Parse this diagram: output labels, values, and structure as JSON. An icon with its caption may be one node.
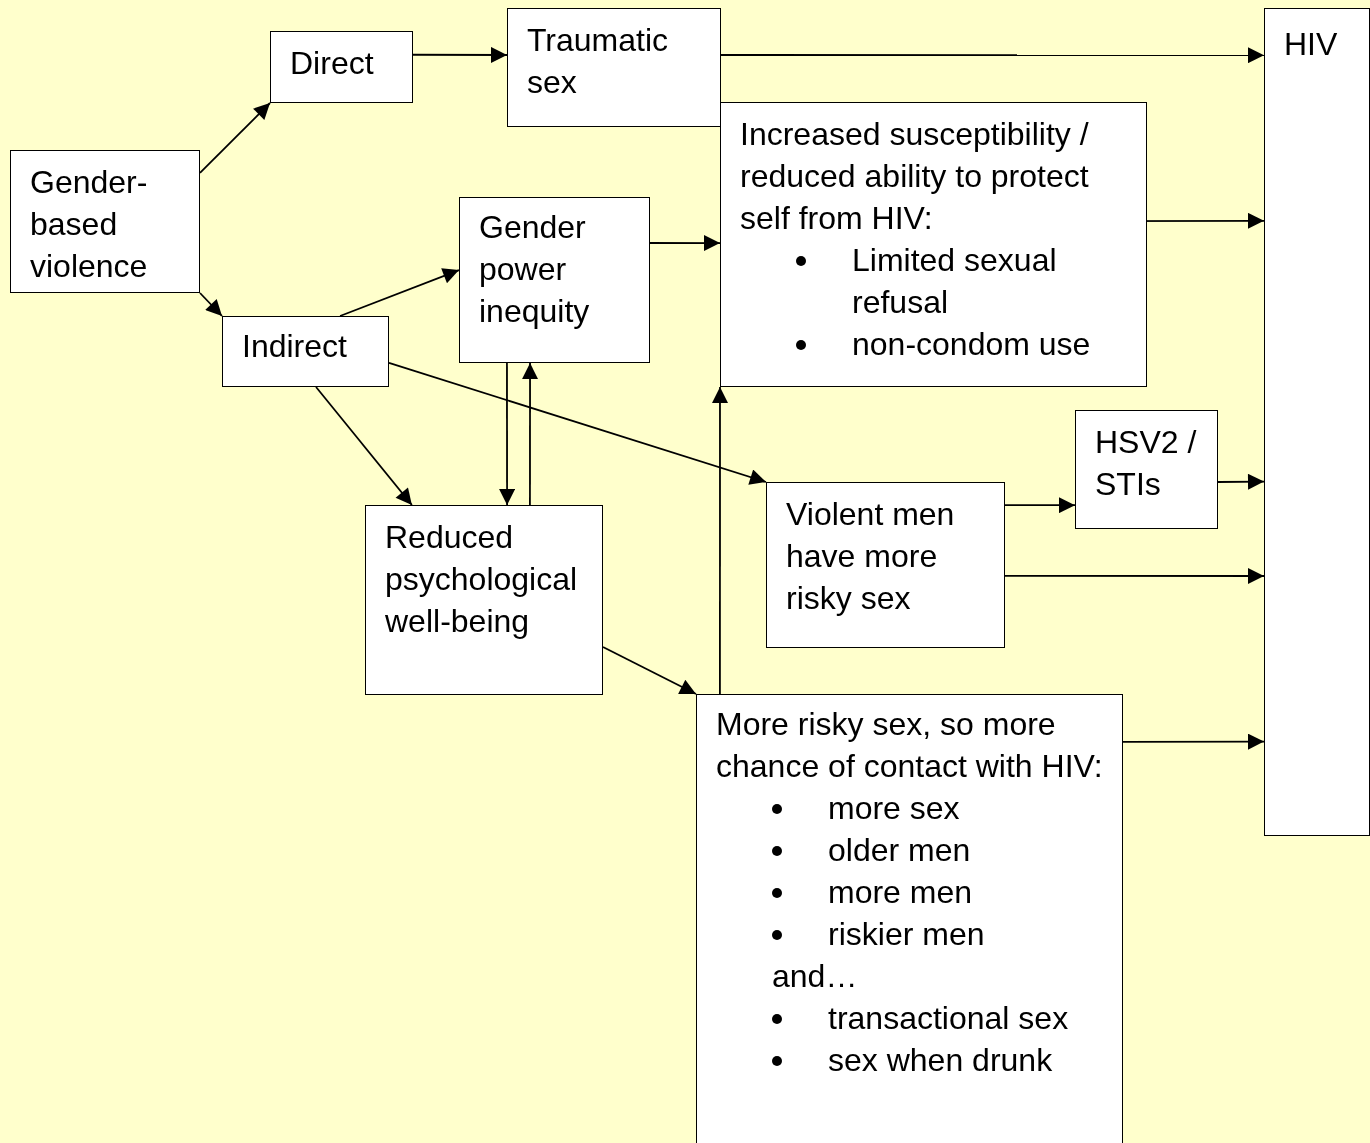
{
  "diagram": {
    "nodes": [
      {
        "text": [
          "Gender-based violence"
        ]
      },
      {
        "text": [
          "Direct"
        ]
      },
      {
        "text": [
          "Traumatic sex"
        ]
      },
      {
        "text": [
          "HIV"
        ]
      },
      {
        "text": [
          "Increased susceptibility / reduced ability to protect self from HIV:",
          "Limited sexual refusal",
          "non-condom use"
        ]
      },
      {
        "text": [
          "Gender power inequity"
        ]
      },
      {
        "text": [
          "Indirect"
        ]
      },
      {
        "text": [
          "HSV2 / STIs"
        ]
      },
      {
        "text": [
          "Violent men have more risky sex"
        ]
      },
      {
        "text": [
          "Reduced psychological well-being"
        ]
      },
      {
        "text": [
          "More risky sex, so more chance of contact with HIV:",
          "more sex",
          "older men",
          "more men",
          "riskier men",
          "and…",
          "transactional sex",
          "sex when drunk"
        ]
      }
    ],
    "edges": [
      {
        "from": 0,
        "to": 1,
        "arrow": "to"
      },
      {
        "from": 0,
        "to": 6,
        "arrow": "to"
      },
      {
        "from": 1,
        "to": 2,
        "arrow": "to"
      },
      {
        "from": 2,
        "to": 3,
        "arrow": "to"
      },
      {
        "from": 6,
        "to": 5,
        "arrow": "to"
      },
      {
        "from": 5,
        "to": 4,
        "arrow": "to"
      },
      {
        "from": 4,
        "to": 3,
        "arrow": "to"
      },
      {
        "from": 6,
        "to": 8,
        "arrow": "to"
      },
      {
        "from": 6,
        "to": 9,
        "arrow": "to"
      },
      {
        "from": 5,
        "to": 9,
        "arrow": "to"
      },
      {
        "from": 9,
        "to": 5,
        "arrow": "to"
      },
      {
        "from": 9,
        "to": 10,
        "arrow": "to"
      },
      {
        "from": 10,
        "to": 4,
        "arrow": "to"
      },
      {
        "from": 8,
        "to": 7,
        "arrow": "to"
      },
      {
        "from": 7,
        "to": 3,
        "arrow": "to"
      },
      {
        "from": 8,
        "to": 3,
        "arrow": "to"
      },
      {
        "from": 10,
        "to": 3,
        "arrow": "to"
      }
    ]
  }
}
